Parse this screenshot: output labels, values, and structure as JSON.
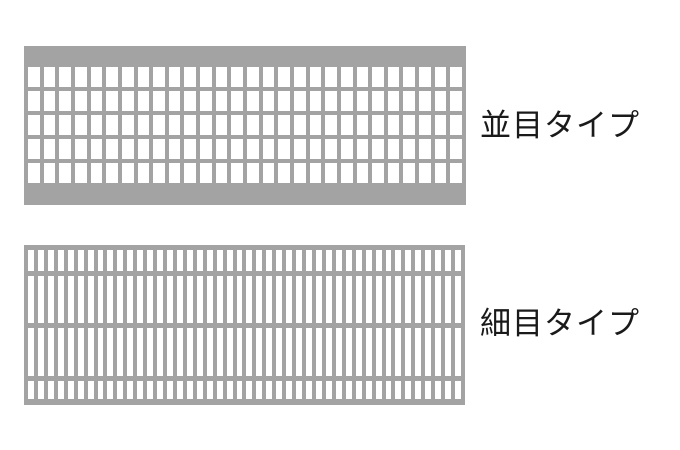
{
  "colors": {
    "grating": "#a3a3a3",
    "slot": "#ffffff",
    "text": "#1a1a1a"
  },
  "gratings": [
    {
      "id": "standard",
      "label": "並目タイプ",
      "columns": 28,
      "rows": 5
    },
    {
      "id": "fine",
      "label": "細目タイプ",
      "columns": 44,
      "row_sections": 4
    }
  ]
}
